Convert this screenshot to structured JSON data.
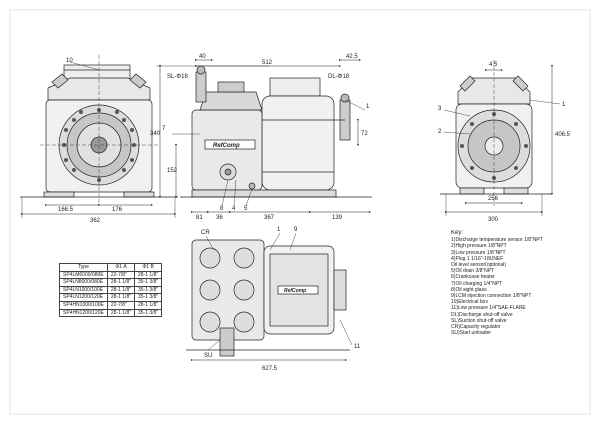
{
  "labels": {
    "front": {
      "part": "10",
      "width_total": "362",
      "left": "166.5",
      "right": "176"
    },
    "side": {
      "top1": "40",
      "top2": "512",
      "top3": "42.5",
      "fitting_left": "SL-Φ18",
      "fitting_right": "DL-Φ18",
      "height_total": "340",
      "height_mid": "152",
      "height_right": "72",
      "callout7": "7",
      "callout1": "1",
      "bottom1": "81",
      "bottom2": "36",
      "bottom3": "367",
      "bottom4": "139",
      "callout8": "8",
      "callout4": "4",
      "callout5": "5",
      "brand": "RefComp"
    },
    "rear": {
      "top": "4.5",
      "height": "406.5",
      "base1": "256",
      "base2": "300",
      "callout1": "1",
      "callout2": "2",
      "callout3": "3"
    },
    "top": {
      "cr": "CR",
      "callout9": "9",
      "callout1": "1",
      "width": "627.5",
      "su": "SU",
      "callout11": "11",
      "brand": "RefComp"
    }
  },
  "table": {
    "headers": [
      "Type",
      "Φ1 A",
      "Φ1 B"
    ],
    "rows": [
      [
        "SP4LM6000/080E",
        "22-7/8\"",
        "28-1 1/8\""
      ],
      [
        "SP4LN8000/080E",
        "28-1 1/8\"",
        "35-1 3/8\""
      ],
      [
        "SP4LN1000/100E",
        "28-1 1/8\"",
        "35-1 3/8\""
      ],
      [
        "SP4LN1200/120E",
        "28-1 1/8\"",
        "35-1 3/8\""
      ],
      [
        "SP4HN1000/100E",
        "22-7/8\"",
        "28-1 1/8\""
      ],
      [
        "SP4HN1200/120E",
        "28-1 1/8\"",
        "35-1 3/8\""
      ]
    ]
  },
  "key": {
    "title": "Key:",
    "items": [
      "1)Discharge temperature sensor 1/8\"NPT",
      "2)High pressure 1/8\"NPT",
      "3)Low pressure 1/8\"NPT",
      "4)Plug 1 1/16\"-18UNEF",
      "  Oil level sensor(optional)",
      "5)Oil drain 3/8\"NPT",
      "6)Crankcase heater",
      "7)Oil charging 1/4\"NPT",
      "8)Oil sight glass",
      "9)LCM injection connection 1/8\"NPT",
      "10)Electrical box",
      "11)Low pressure 1/4\"SAE-FLARE",
      "DL)Discharge shut-off valve",
      "SL)Suction shut-off valve",
      "CR)Capacity regulator",
      "SU)Start unloader"
    ]
  }
}
